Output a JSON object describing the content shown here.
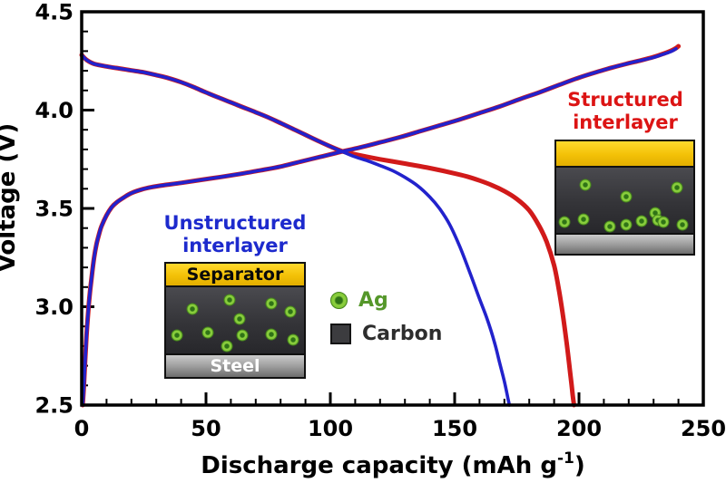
{
  "chart_data": {
    "type": "line",
    "title": "",
    "xlabel_main": "Discharge capacity (mAh g",
    "xlabel_sup": "-1",
    "xlabel_close": ")",
    "ylabel": "Voltage (V)",
    "xlim": [
      0,
      250
    ],
    "ylim": [
      2.5,
      4.5
    ],
    "x_tick_values": [
      0,
      50,
      100,
      150,
      200,
      250
    ],
    "x_tick_labels": [
      "0",
      "50",
      "100",
      "150",
      "200",
      "250"
    ],
    "y_tick_values": [
      2.5,
      3.0,
      3.5,
      4.0,
      4.5
    ],
    "y_tick_labels": [
      "2.5",
      "3.0",
      "3.5",
      "4.0",
      "4.5"
    ],
    "x_minor_step": 10,
    "y_minor_step": 0.1,
    "grid": false,
    "legend_position": "inside-center",
    "series": [
      {
        "name": "structured-interlayer-discharge",
        "color": "#d11a1a",
        "width": 5,
        "points": [
          [
            0,
            4.28
          ],
          [
            2,
            4.255
          ],
          [
            5,
            4.235
          ],
          [
            10,
            4.222
          ],
          [
            15,
            4.212
          ],
          [
            20,
            4.202
          ],
          [
            25,
            4.192
          ],
          [
            30,
            4.178
          ],
          [
            35,
            4.162
          ],
          [
            40,
            4.142
          ],
          [
            45,
            4.117
          ],
          [
            50,
            4.09
          ],
          [
            55,
            4.064
          ],
          [
            60,
            4.039
          ],
          [
            65,
            4.014
          ],
          [
            70,
            3.989
          ],
          [
            75,
            3.963
          ],
          [
            80,
            3.934
          ],
          [
            85,
            3.904
          ],
          [
            90,
            3.874
          ],
          [
            95,
            3.844
          ],
          [
            100,
            3.815
          ],
          [
            105,
            3.79
          ],
          [
            110,
            3.775
          ],
          [
            120,
            3.75
          ],
          [
            130,
            3.728
          ],
          [
            140,
            3.705
          ],
          [
            150,
            3.678
          ],
          [
            155,
            3.662
          ],
          [
            160,
            3.642
          ],
          [
            165,
            3.618
          ],
          [
            170,
            3.588
          ],
          [
            175,
            3.548
          ],
          [
            180,
            3.49
          ],
          [
            184,
            3.41
          ],
          [
            187,
            3.33
          ],
          [
            190,
            3.21
          ],
          [
            192,
            3.08
          ],
          [
            193.5,
            2.96
          ],
          [
            195,
            2.82
          ],
          [
            196.5,
            2.66
          ],
          [
            197.5,
            2.55
          ],
          [
            198,
            2.5
          ]
        ]
      },
      {
        "name": "structured-interlayer-charge",
        "color": "#d11a1a",
        "width": 5,
        "points": [
          [
            0.4,
            2.5
          ],
          [
            0.8,
            2.58
          ],
          [
            1.2,
            2.68
          ],
          [
            1.7,
            2.8
          ],
          [
            2.2,
            2.9
          ],
          [
            3,
            3.03
          ],
          [
            4,
            3.15
          ],
          [
            5,
            3.25
          ],
          [
            6,
            3.32
          ],
          [
            7,
            3.37
          ],
          [
            8,
            3.41
          ],
          [
            10,
            3.465
          ],
          [
            12,
            3.505
          ],
          [
            14,
            3.53
          ],
          [
            17,
            3.556
          ],
          [
            20,
            3.578
          ],
          [
            24,
            3.596
          ],
          [
            28,
            3.608
          ],
          [
            33,
            3.618
          ],
          [
            40,
            3.63
          ],
          [
            48,
            3.645
          ],
          [
            56,
            3.66
          ],
          [
            64,
            3.676
          ],
          [
            72,
            3.694
          ],
          [
            80,
            3.713
          ],
          [
            88,
            3.738
          ],
          [
            96,
            3.762
          ],
          [
            104,
            3.787
          ],
          [
            112,
            3.81
          ],
          [
            120,
            3.836
          ],
          [
            128,
            3.862
          ],
          [
            136,
            3.892
          ],
          [
            144,
            3.922
          ],
          [
            152,
            3.952
          ],
          [
            160,
            3.985
          ],
          [
            168,
            4.018
          ],
          [
            176,
            4.055
          ],
          [
            184,
            4.09
          ],
          [
            192,
            4.128
          ],
          [
            200,
            4.165
          ],
          [
            207,
            4.193
          ],
          [
            213,
            4.215
          ],
          [
            219,
            4.235
          ],
          [
            225,
            4.253
          ],
          [
            230,
            4.27
          ],
          [
            234,
            4.287
          ],
          [
            237,
            4.302
          ],
          [
            239,
            4.315
          ],
          [
            240,
            4.325
          ]
        ]
      },
      {
        "name": "unstructured-interlayer-discharge",
        "color": "#2222cc",
        "width": 3.6,
        "points": [
          [
            0,
            4.28
          ],
          [
            2,
            4.255
          ],
          [
            5,
            4.235
          ],
          [
            10,
            4.222
          ],
          [
            15,
            4.212
          ],
          [
            20,
            4.202
          ],
          [
            25,
            4.192
          ],
          [
            30,
            4.178
          ],
          [
            35,
            4.162
          ],
          [
            40,
            4.142
          ],
          [
            45,
            4.117
          ],
          [
            50,
            4.09
          ],
          [
            55,
            4.064
          ],
          [
            60,
            4.039
          ],
          [
            65,
            4.014
          ],
          [
            70,
            3.989
          ],
          [
            75,
            3.963
          ],
          [
            80,
            3.934
          ],
          [
            85,
            3.904
          ],
          [
            90,
            3.874
          ],
          [
            95,
            3.844
          ],
          [
            100,
            3.815
          ],
          [
            105,
            3.788
          ],
          [
            110,
            3.762
          ],
          [
            115,
            3.742
          ],
          [
            120,
            3.718
          ],
          [
            125,
            3.692
          ],
          [
            130,
            3.658
          ],
          [
            135,
            3.616
          ],
          [
            140,
            3.558
          ],
          [
            144,
            3.498
          ],
          [
            148,
            3.418
          ],
          [
            152,
            3.308
          ],
          [
            156,
            3.178
          ],
          [
            160,
            3.04
          ],
          [
            163,
            2.94
          ],
          [
            166,
            2.82
          ],
          [
            168,
            2.72
          ],
          [
            170,
            2.62
          ],
          [
            171.5,
            2.53
          ],
          [
            172,
            2.5
          ]
        ]
      },
      {
        "name": "unstructured-interlayer-charge",
        "color": "#2222cc",
        "width": 3.6,
        "points": [
          [
            0.4,
            2.5
          ],
          [
            0.8,
            2.58
          ],
          [
            1.2,
            2.68
          ],
          [
            1.7,
            2.8
          ],
          [
            2.2,
            2.9
          ],
          [
            3,
            3.03
          ],
          [
            4,
            3.15
          ],
          [
            5,
            3.25
          ],
          [
            6,
            3.32
          ],
          [
            7,
            3.37
          ],
          [
            8,
            3.41
          ],
          [
            10,
            3.465
          ],
          [
            12,
            3.505
          ],
          [
            14,
            3.53
          ],
          [
            17,
            3.556
          ],
          [
            20,
            3.578
          ],
          [
            24,
            3.596
          ],
          [
            28,
            3.608
          ],
          [
            33,
            3.618
          ],
          [
            40,
            3.63
          ],
          [
            48,
            3.645
          ],
          [
            56,
            3.66
          ],
          [
            64,
            3.676
          ],
          [
            72,
            3.694
          ],
          [
            80,
            3.713
          ],
          [
            88,
            3.738
          ],
          [
            96,
            3.762
          ],
          [
            104,
            3.787
          ],
          [
            112,
            3.81
          ],
          [
            120,
            3.836
          ],
          [
            128,
            3.862
          ],
          [
            136,
            3.892
          ],
          [
            144,
            3.922
          ],
          [
            152,
            3.952
          ],
          [
            160,
            3.985
          ],
          [
            168,
            4.018
          ],
          [
            176,
            4.055
          ],
          [
            184,
            4.09
          ],
          [
            192,
            4.128
          ],
          [
            200,
            4.165
          ],
          [
            207,
            4.193
          ],
          [
            213,
            4.215
          ],
          [
            219,
            4.235
          ],
          [
            225,
            4.253
          ],
          [
            230,
            4.268
          ],
          [
            234,
            4.285
          ],
          [
            237,
            4.298
          ],
          [
            239,
            4.312
          ]
        ]
      }
    ]
  },
  "insets": {
    "unstructured": {
      "title_line1": "Unstructured",
      "title_line2": "interlayer",
      "title_color": "#1d2acd",
      "separator_label": "Separator",
      "steel_label": "Steel",
      "dots": [
        [
          19,
          33
        ],
        [
          46,
          19
        ],
        [
          76,
          24
        ],
        [
          90,
          37
        ],
        [
          53,
          48
        ],
        [
          8,
          72
        ],
        [
          30,
          68
        ],
        [
          55,
          72
        ],
        [
          76,
          71
        ],
        [
          92,
          80
        ],
        [
          44,
          89
        ]
      ]
    },
    "structured": {
      "title_line1": "Structured",
      "title_line2": "interlayer",
      "title_color": "#dc1414",
      "dots": [
        [
          21,
          27
        ],
        [
          88,
          30
        ],
        [
          51,
          44
        ],
        [
          72,
          69
        ],
        [
          74,
          80
        ],
        [
          6,
          84
        ],
        [
          20,
          79
        ],
        [
          39,
          90
        ],
        [
          51,
          88
        ],
        [
          62,
          82
        ],
        [
          78,
          84
        ],
        [
          92,
          87
        ]
      ]
    }
  },
  "legend": {
    "items": [
      {
        "label": "Ag",
        "swatch": "green-circle",
        "color": "#82c93c",
        "text_color": "#55972a"
      },
      {
        "label": "Carbon",
        "swatch": "dark-square",
        "color": "#3c3c3f",
        "text_color": "#2d2d2d"
      }
    ]
  },
  "colors": {
    "structured_red": "#d11a1a",
    "unstructured_blue": "#2222cc",
    "axis": "#000000",
    "background": "#ffffff",
    "separator_yellow": "#f3c107",
    "steel_gray": "#9a9a9a",
    "carbon_dark": "#343438",
    "ag_green": "#82c93c"
  }
}
